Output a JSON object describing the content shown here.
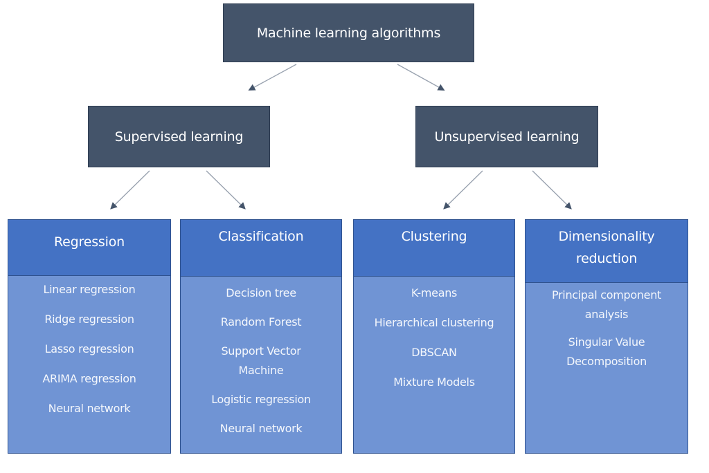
{
  "root": {
    "label": "Machine learning algorithms"
  },
  "branches": [
    {
      "label": "Supervised learning"
    },
    {
      "label": "Unsupervised learning"
    }
  ],
  "categories": [
    {
      "title": "Regression",
      "items": [
        "Linear regression",
        "Ridge regression",
        "Lasso regression",
        "ARIMA regression",
        "Neural network"
      ]
    },
    {
      "title": "Classification",
      "items": [
        "Decision tree",
        "Random Forest",
        "Support Vector Machine",
        "Logistic regression",
        "Neural network"
      ]
    },
    {
      "title": "Clustering",
      "items": [
        "K-means",
        "Hierarchical clustering",
        "DBSCAN",
        "Mixture Models"
      ]
    },
    {
      "title": "Dimensionality reduction",
      "items": [
        "Principal component analysis",
        "Singular Value Decomposition"
      ]
    }
  ],
  "colors": {
    "dark_box": "#44546a",
    "header_box": "#4472c4",
    "body_box": "#7094d4",
    "arrow": "#8497b0"
  }
}
